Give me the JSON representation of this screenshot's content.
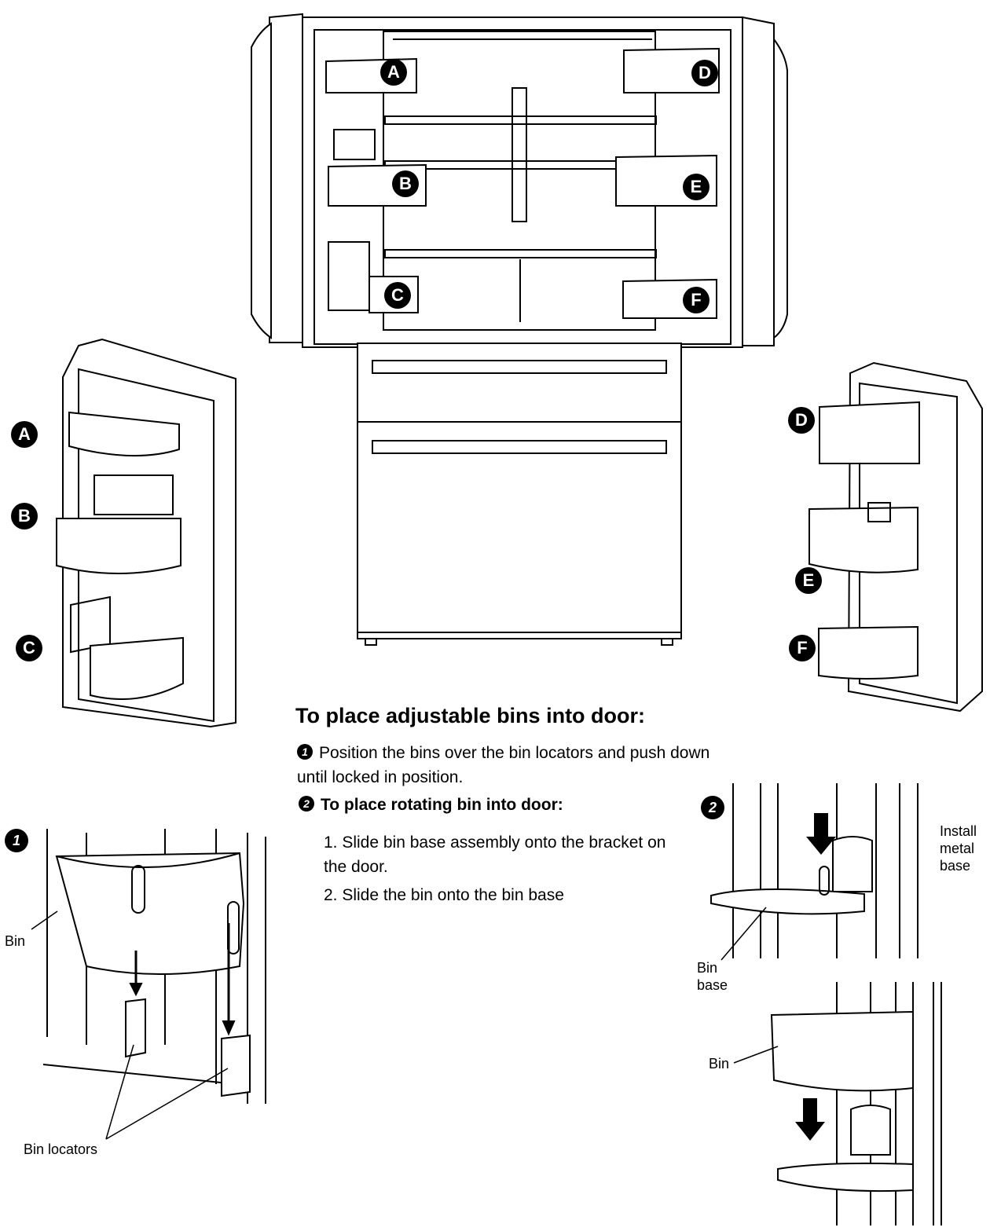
{
  "instructions": {
    "heading": "To place adjustable bins into door:",
    "step1_number": "1",
    "step1_text": "Position the bins over the bin locators and push down until locked in position.",
    "step2_number": "2",
    "step2_heading": "To place rotating bin into door:",
    "substeps": [
      "1.  Slide bin base assembly onto the bracket on the door.",
      "2.   Slide the bin onto the bin base"
    ]
  },
  "bin_letters": [
    "A",
    "B",
    "C",
    "D",
    "E",
    "F"
  ],
  "figure_labels": {
    "bin_left": "Bin",
    "bin_locators": "Bin locators",
    "install_metal_base": "Install\nmetal\nbase",
    "bin_base": "Bin\nbase",
    "bin_right": "Bin",
    "fig1_number": "1",
    "fig2_number": "2"
  }
}
